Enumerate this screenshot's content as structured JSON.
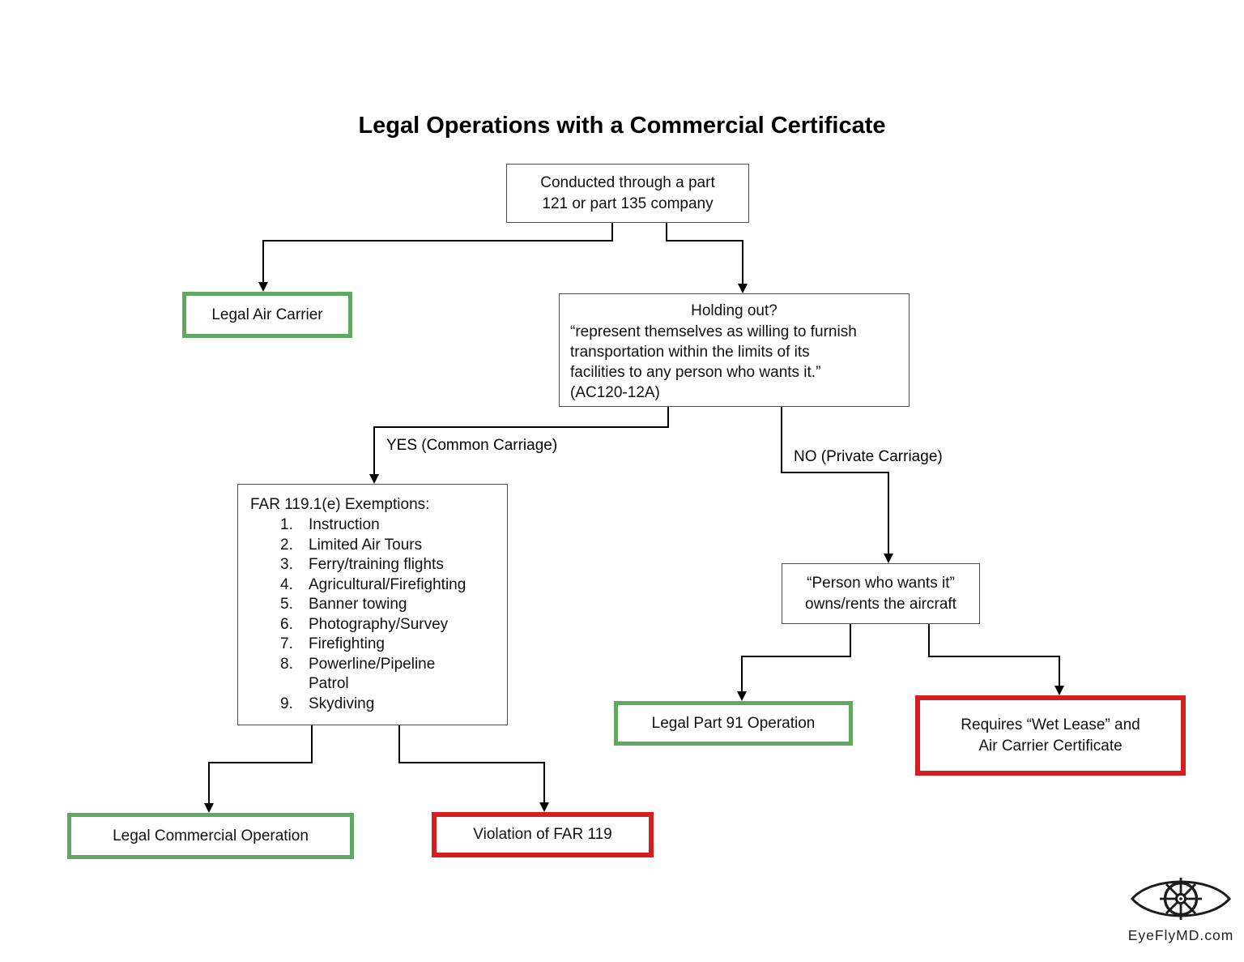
{
  "title": "Legal Operations with a Commercial Certificate",
  "nodes": {
    "conducted": {
      "text": "Conducted through a part\n121 or part 135 company"
    },
    "legal_air_carrier": {
      "text": "Legal Air Carrier",
      "status_color": "#5fa85f"
    },
    "holding_out": {
      "heading": "Holding out?",
      "body": "“represent themselves as willing to furnish\ntransportation within the limits of its\nfacilities to any person who wants it.”\n(AC120-12A)"
    },
    "exemptions": {
      "heading": "FAR 119.1(e) Exemptions:",
      "items": [
        "Instruction",
        "Limited Air Tours",
        "Ferry/training flights",
        "Agricultural/Firefighting",
        "Banner towing",
        "Photography/Survey",
        "Firefighting",
        "Powerline/Pipeline\nPatrol",
        "Skydiving"
      ]
    },
    "person_wants": {
      "text": "“Person who wants it”\nowns/rents the aircraft"
    },
    "legal_part_91": {
      "text": "Legal Part 91 Operation",
      "status_color": "#5fa85f"
    },
    "wet_lease": {
      "text": "Requires “Wet Lease” and\nAir Carrier Certificate",
      "status_color": "#d51f1f"
    },
    "legal_commercial": {
      "text": "Legal Commercial Operation",
      "status_color": "#5fa85f"
    },
    "violation": {
      "text": "Violation of FAR 119",
      "status_color": "#d51f1f"
    }
  },
  "edge_labels": {
    "yes": "YES (Common Carriage)",
    "no": "NO (Private Carriage)"
  },
  "logo": {
    "text": "EyeFlyMD.com",
    "icon": "eye-ship-wheel-icon"
  },
  "colors": {
    "green": "#5fa85f",
    "red": "#d51f1f",
    "line": "#000000"
  }
}
